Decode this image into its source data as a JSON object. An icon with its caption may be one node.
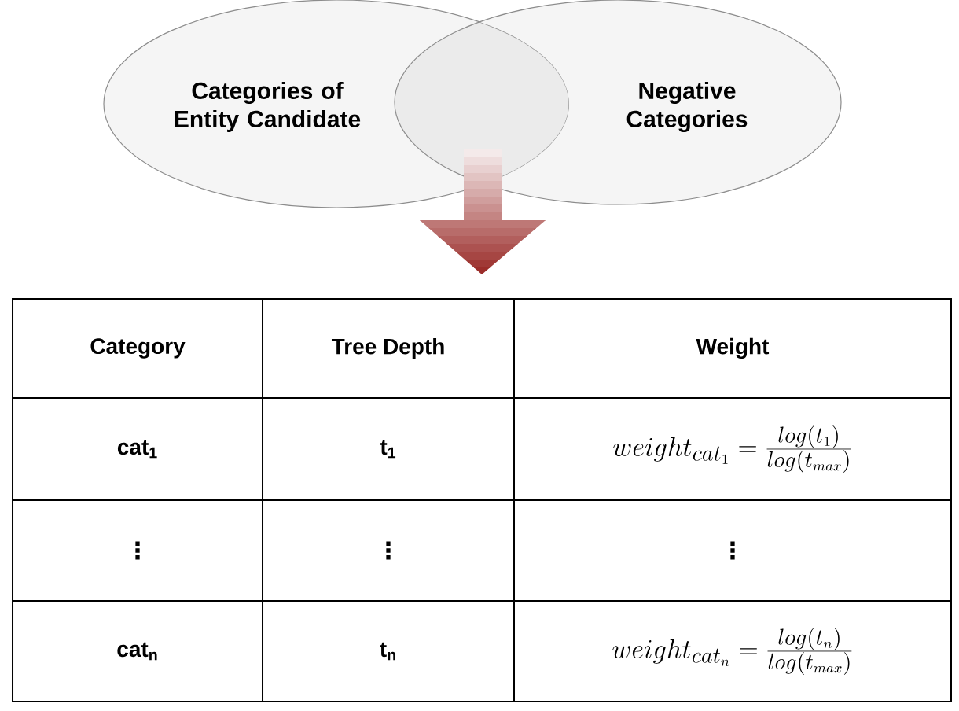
{
  "diagram": {
    "nodes": [
      {
        "text": [
          "Categories of Entity Candidate"
        ]
      },
      {
        "text": [
          "Negative Categories"
        ]
      },
      {
        "text": [],
        "shape": "box"
      }
    ],
    "edges": [
      {
        "from": null,
        "to": 2,
        "arrow": "to"
      }
    ],
    "labels": [
      "Category",
      "Tree Depth",
      "Weight",
      "cat$_{1}$",
      "t$_{1}$",
      "weight_{cat_1} = \\frac{log(t_1)}{log(t_{max})}",
      "⋮",
      "⋮",
      "⋮",
      "cat$_{n}$",
      "t$_{n}$",
      "weight_{cat_n} = \\frac{log(t_n)}{log(t_{max})}"
    ]
  }
}
